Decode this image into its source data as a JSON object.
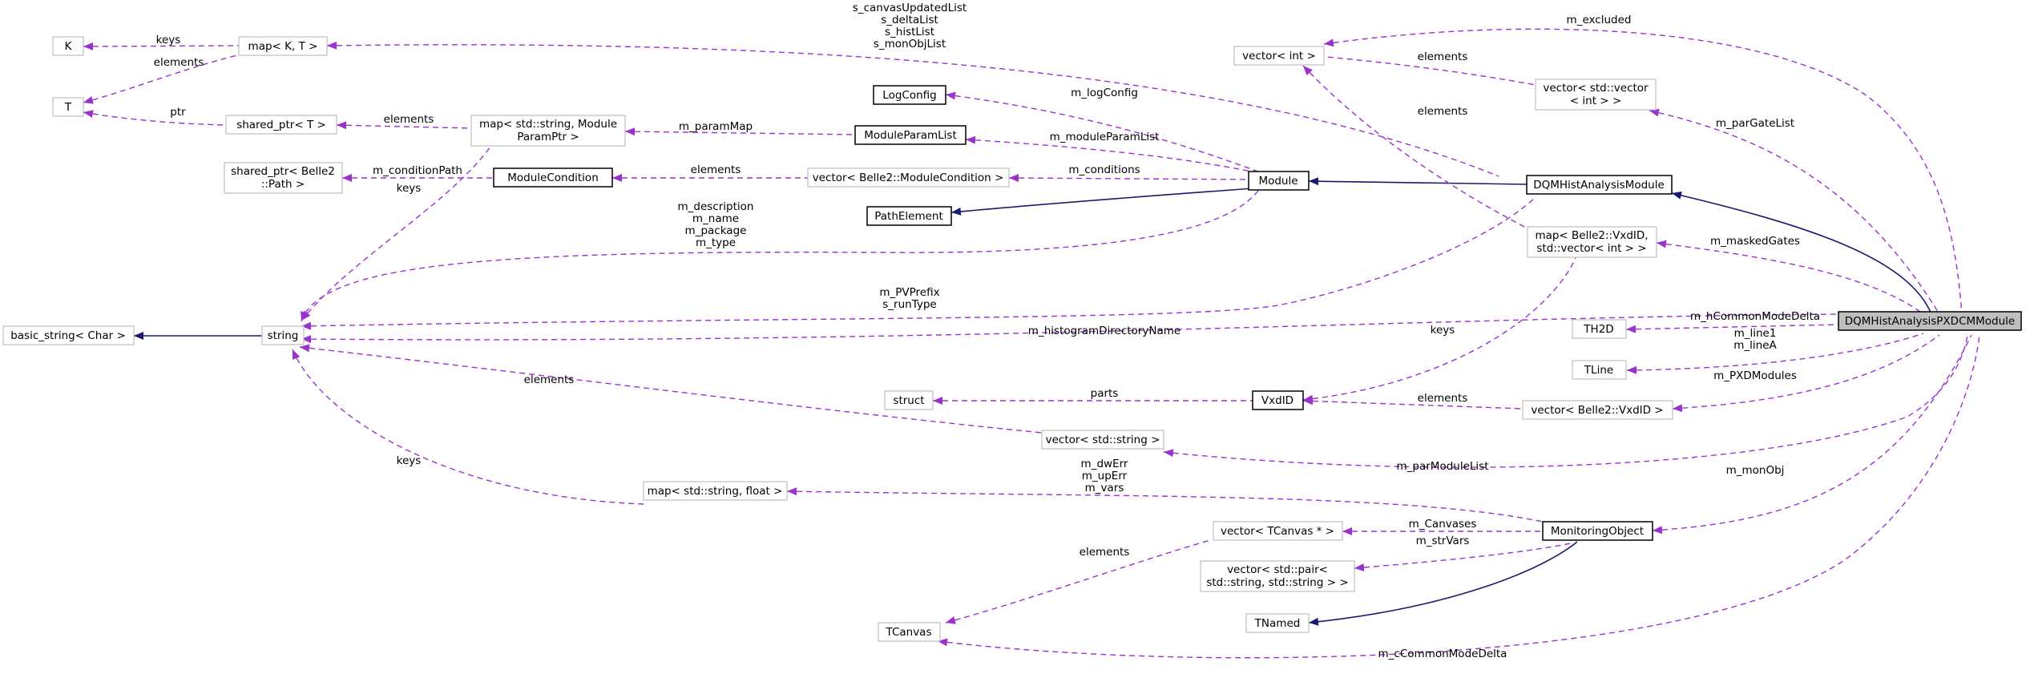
{
  "nodes": {
    "K": "K",
    "T": "T",
    "map_KT": "map< K, T >",
    "shared_ptr_T": "shared_ptr< T >",
    "map_param_l1": "map< std::string, Module",
    "map_param_l2": "ParamPtr >",
    "shared_ptr_path_l1": "shared_ptr< Belle2",
    "shared_ptr_path_l2": "::Path >",
    "LogConfig": "LogConfig",
    "ModuleParamList": "ModuleParamList",
    "ModuleCondition": "ModuleCondition",
    "vector_modcond": "vector< Belle2::ModuleCondition >",
    "PathElement": "PathElement",
    "Module": "Module",
    "vector_int": "vector< int >",
    "vector_vector_l1": "vector< std::vector",
    "vector_vector_l2": "< int > >",
    "DQMHistAnalysisModule": "DQMHistAnalysisModule",
    "map_vxdid_l1": "map< Belle2::VxdID,",
    "map_vxdid_l2": "std::vector< int > >",
    "DQMHistAnalysisPXDCMModule": "DQMHistAnalysisPXDCMModule",
    "basic_string": "basic_string< Char >",
    "string": "string",
    "TH2D": "TH2D",
    "TLine": "TLine",
    "struct": "struct",
    "VxdID": "VxdID",
    "vector_vxdid": "vector< Belle2::VxdID >",
    "vector_string": "vector< std::string >",
    "map_string_float": "map< std::string, float >",
    "vector_tcanvas": "vector< TCanvas * >",
    "MonitoringObject": "MonitoringObject",
    "vector_pair_l1": "vector< std::pair<",
    "vector_pair_l2": "std::string, std::string > >",
    "TCanvas": "TCanvas",
    "TNamed": "TNamed"
  },
  "labels": {
    "keys_K": "keys",
    "elements_T": "elements",
    "ptr": "ptr",
    "elements_shared": "elements",
    "m_paramMap": "m_paramMap",
    "m_conditionPath": "m_conditionPath",
    "keys_string_top": "keys",
    "elements_modcond": "elements",
    "m_logConfig": "m_logConfig",
    "m_moduleParamList": "m_moduleParamList",
    "m_conditions": "m_conditions",
    "canvas_lists": [
      "s_canvasUpdatedList",
      "s_deltaList",
      "s_histList",
      "s_monObjList"
    ],
    "m_excluded": "m_excluded",
    "elements_vvi": "elements",
    "elements_vint": "elements",
    "m_parGateList": "m_parGateList",
    "m_maskedGates": "m_maskedGates",
    "module_strings": [
      "m_description",
      "m_name",
      "m_package",
      "m_type"
    ],
    "prefix_strings": [
      "m_PVPrefix",
      "s_runType"
    ],
    "m_histogramDirectoryName": "m_histogramDirectoryName",
    "m_hCommonModeDelta": "m_hCommonModeDelta",
    "line_names": [
      "m_line1",
      "m_lineA"
    ],
    "m_PXDModules": "m_PXDModules",
    "keys_vxdid": "keys",
    "parts": "parts",
    "elements_vxdid": "elements",
    "elements_string": "elements",
    "m_parModuleList": "m_parModuleList",
    "keys_float": "keys",
    "err_vars": [
      "m_dwErr",
      "m_upErr",
      "m_vars"
    ],
    "m_monObj": "m_monObj",
    "m_Canvases": "m_Canvases",
    "m_strVars": "m_strVars",
    "elements_tcanvas": "elements",
    "m_cCommonModeDelta": "m_cCommonModeDelta"
  },
  "colors": {
    "inheritance": "#191970",
    "usage": "#9a32cd",
    "focus_fill": "#bfbfbf",
    "external_border": "#bfbfbf"
  }
}
